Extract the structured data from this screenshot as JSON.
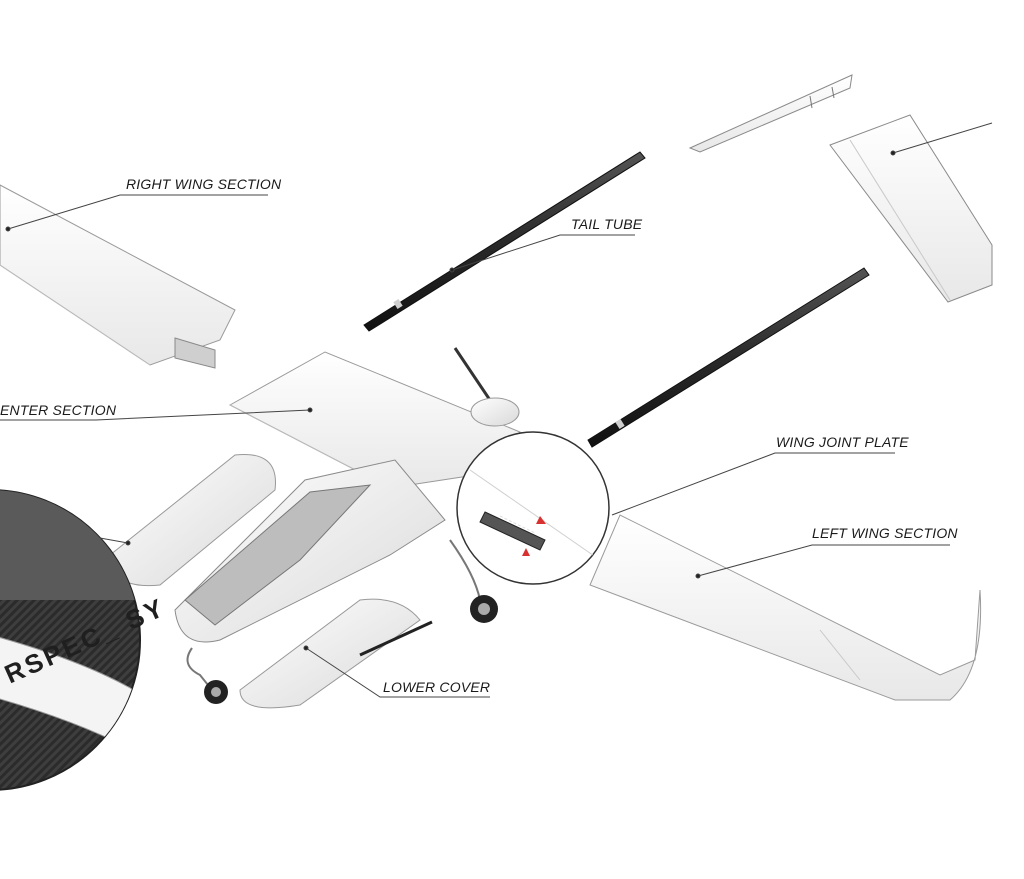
{
  "diagram": {
    "callouts": {
      "right_wing": "RIGHT WING SECTION",
      "tail_tube": "TAIL TUBE",
      "center_section": "ENTER SECTION",
      "wing_joint_plate": "WING JOINT PLATE",
      "left_wing": "LEFT WING SECTION",
      "lower_cover": "LOWER COVER"
    },
    "inset_text": "RSPEC_ SY"
  }
}
